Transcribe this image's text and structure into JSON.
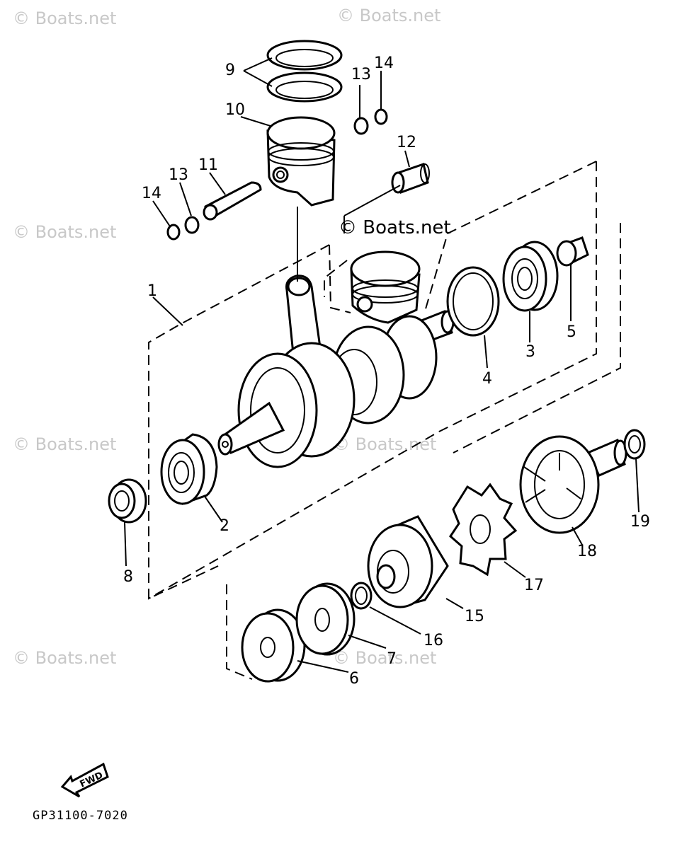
{
  "watermark": "© Boats.net",
  "center_watermark": "© Boats.net",
  "drawing_code": "GP31100-7020",
  "fwd_label": "FWD",
  "callouts": [
    "1",
    "2",
    "3",
    "4",
    "5",
    "6",
    "7",
    "8",
    "9",
    "10",
    "11",
    "12",
    "13",
    "13",
    "14",
    "14",
    "15",
    "16",
    "17",
    "18",
    "19"
  ]
}
